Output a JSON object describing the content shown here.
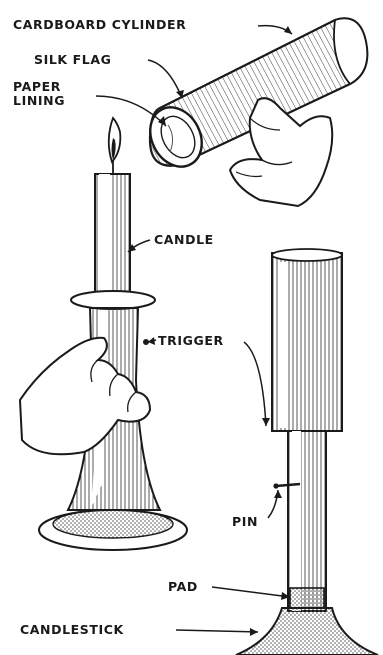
{
  "labels": {
    "cardboard_cylinder": "CARDBOARD CYLINDER",
    "silk_flag": "SILK FLAG",
    "paper_lining": "PAPER LINING",
    "candle": "CANDLE",
    "trigger": "TRIGGER",
    "pin": "PIN",
    "pad": "PAD",
    "candlestick": "CANDLESTICK"
  },
  "colors": {
    "ink": "#1a1a1a",
    "shade": "#6b6b6b",
    "paper": "#ffffff"
  }
}
